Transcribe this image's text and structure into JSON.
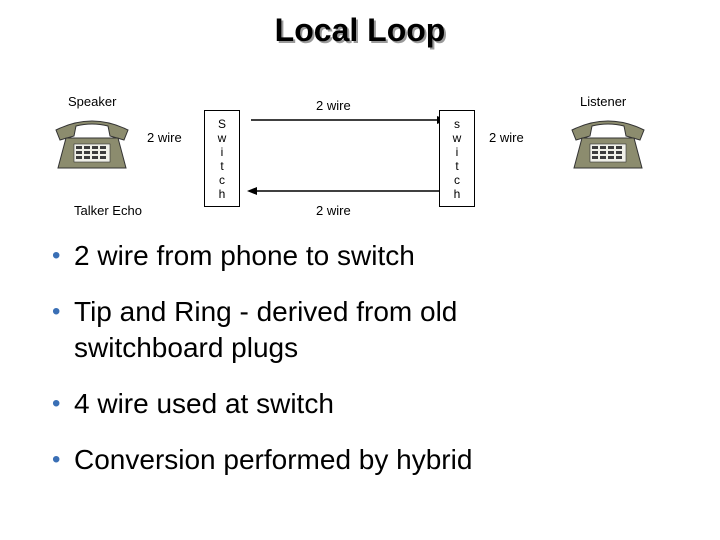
{
  "title": "Local Loop",
  "diagram": {
    "speaker_label": "Speaker",
    "listener_label": "Listener",
    "talker_echo_label": "Talker Echo",
    "left_wire_label": "2 wire",
    "right_wire_label": "2 wire",
    "top_wire_label": "2 wire",
    "bottom_wire_label": "2 wire",
    "left_switch_letters": [
      "S",
      "w",
      "i",
      "t",
      "c",
      "h"
    ],
    "right_switch_letters": [
      "s",
      "w",
      "i",
      "t",
      "c",
      "h"
    ],
    "phone_icon": "telephone-icon",
    "colors": {
      "phone_body": "#8c8c6e",
      "phone_dark": "#3c3c3c",
      "bullet": "#3a6fb5"
    }
  },
  "bullets": [
    "2 wire from phone to switch",
    "Tip and Ring - derived from old switchboard plugs",
    "4 wire used at switch",
    "Conversion performed by hybrid"
  ]
}
